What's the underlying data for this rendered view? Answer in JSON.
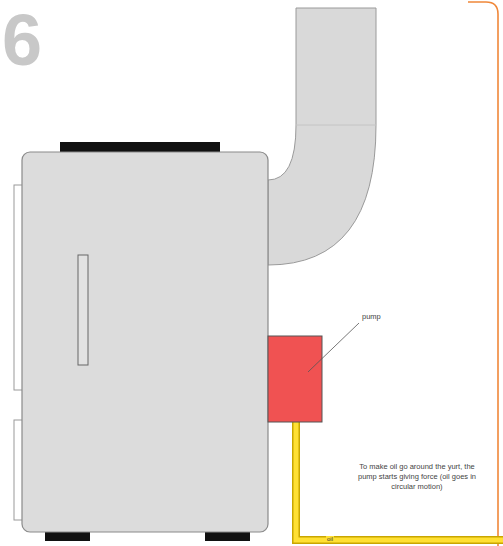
{
  "diagram": {
    "labels": [
      "6",
      "pump",
      "To make oil go around the yurt, the pump starts giving force (oil goes in circular motion)",
      "oil"
    ]
  }
}
